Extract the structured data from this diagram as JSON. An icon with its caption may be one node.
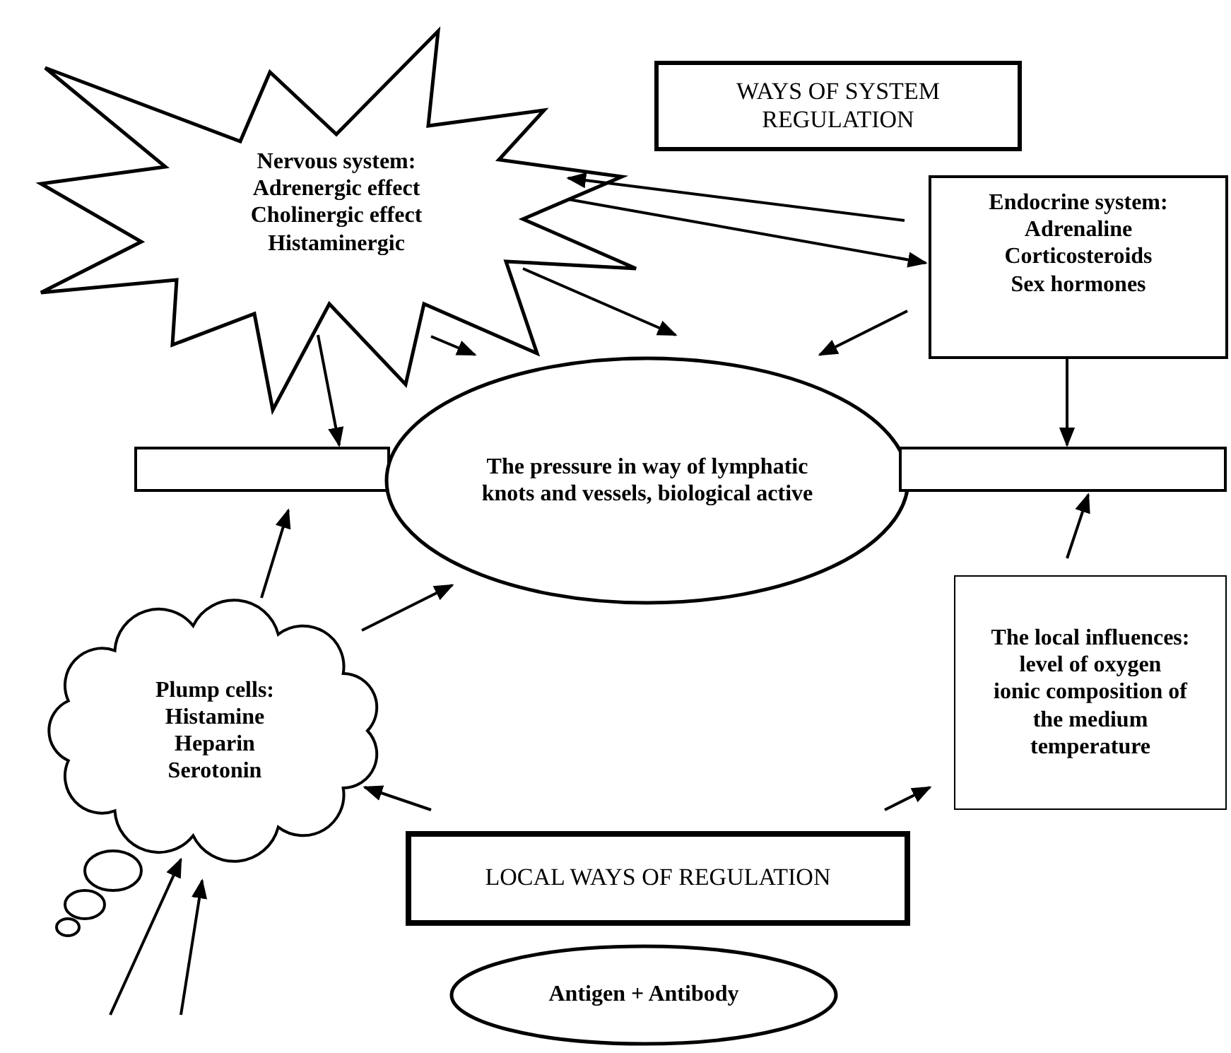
{
  "diagram": {
    "nodes": [
      {
        "text": [
          "Nervous system:",
          "Adrenergic effect",
          "Cholinergic effect",
          "Histaminergic"
        ]
      },
      {
        "text": [
          "WAYS OF SYSTEM REGULATION"
        ]
      },
      {
        "text": [
          "Endocrine system:",
          "Adrenaline",
          "Corticosteroids",
          "Sex hormones"
        ]
      },
      {
        "text": [],
        "shape": "bar"
      },
      {
        "text": [
          "The pressure in way of lymphatic knots and vessels, biological active"
        ]
      },
      {
        "text": [],
        "shape": "bar"
      },
      {
        "text": [
          "Plump cells:",
          "Histamine",
          "Heparin",
          "Serotonin"
        ]
      },
      {
        "text": [
          "The local influences:",
          "level of oxygen",
          "ionic composition of the medium",
          "temperature"
        ]
      },
      {
        "text": [
          "LOCAL WAYS OF REGULATION"
        ]
      },
      {
        "text": [
          "Antigen + Antibody"
        ]
      }
    ],
    "edges": [
      {
        "from": 2,
        "to": 0,
        "arrow": "to"
      },
      {
        "from": 0,
        "to": 2,
        "arrow": "to"
      },
      {
        "from": 0,
        "to": 4,
        "arrow": "to"
      },
      {
        "from": 0,
        "to": 4,
        "arrow": "to"
      },
      {
        "from": 2,
        "to": 4,
        "arrow": "to"
      },
      {
        "from": 0,
        "to": 3,
        "arrow": "to"
      },
      {
        "from": 2,
        "to": 5,
        "arrow": "to"
      },
      {
        "from": 7,
        "to": 5,
        "arrow": "to"
      },
      {
        "from": 6,
        "to": 3,
        "arrow": "to"
      },
      {
        "from": 6,
        "to": 4,
        "arrow": "to"
      },
      {
        "from": 8,
        "to": 6,
        "arrow": "to"
      },
      {
        "from": 8,
        "to": 7,
        "arrow": "to"
      },
      {
        "from": null,
        "to": 6,
        "arrow": "to"
      },
      {
        "from": null,
        "to": 6,
        "arrow": "to"
      }
    ]
  }
}
